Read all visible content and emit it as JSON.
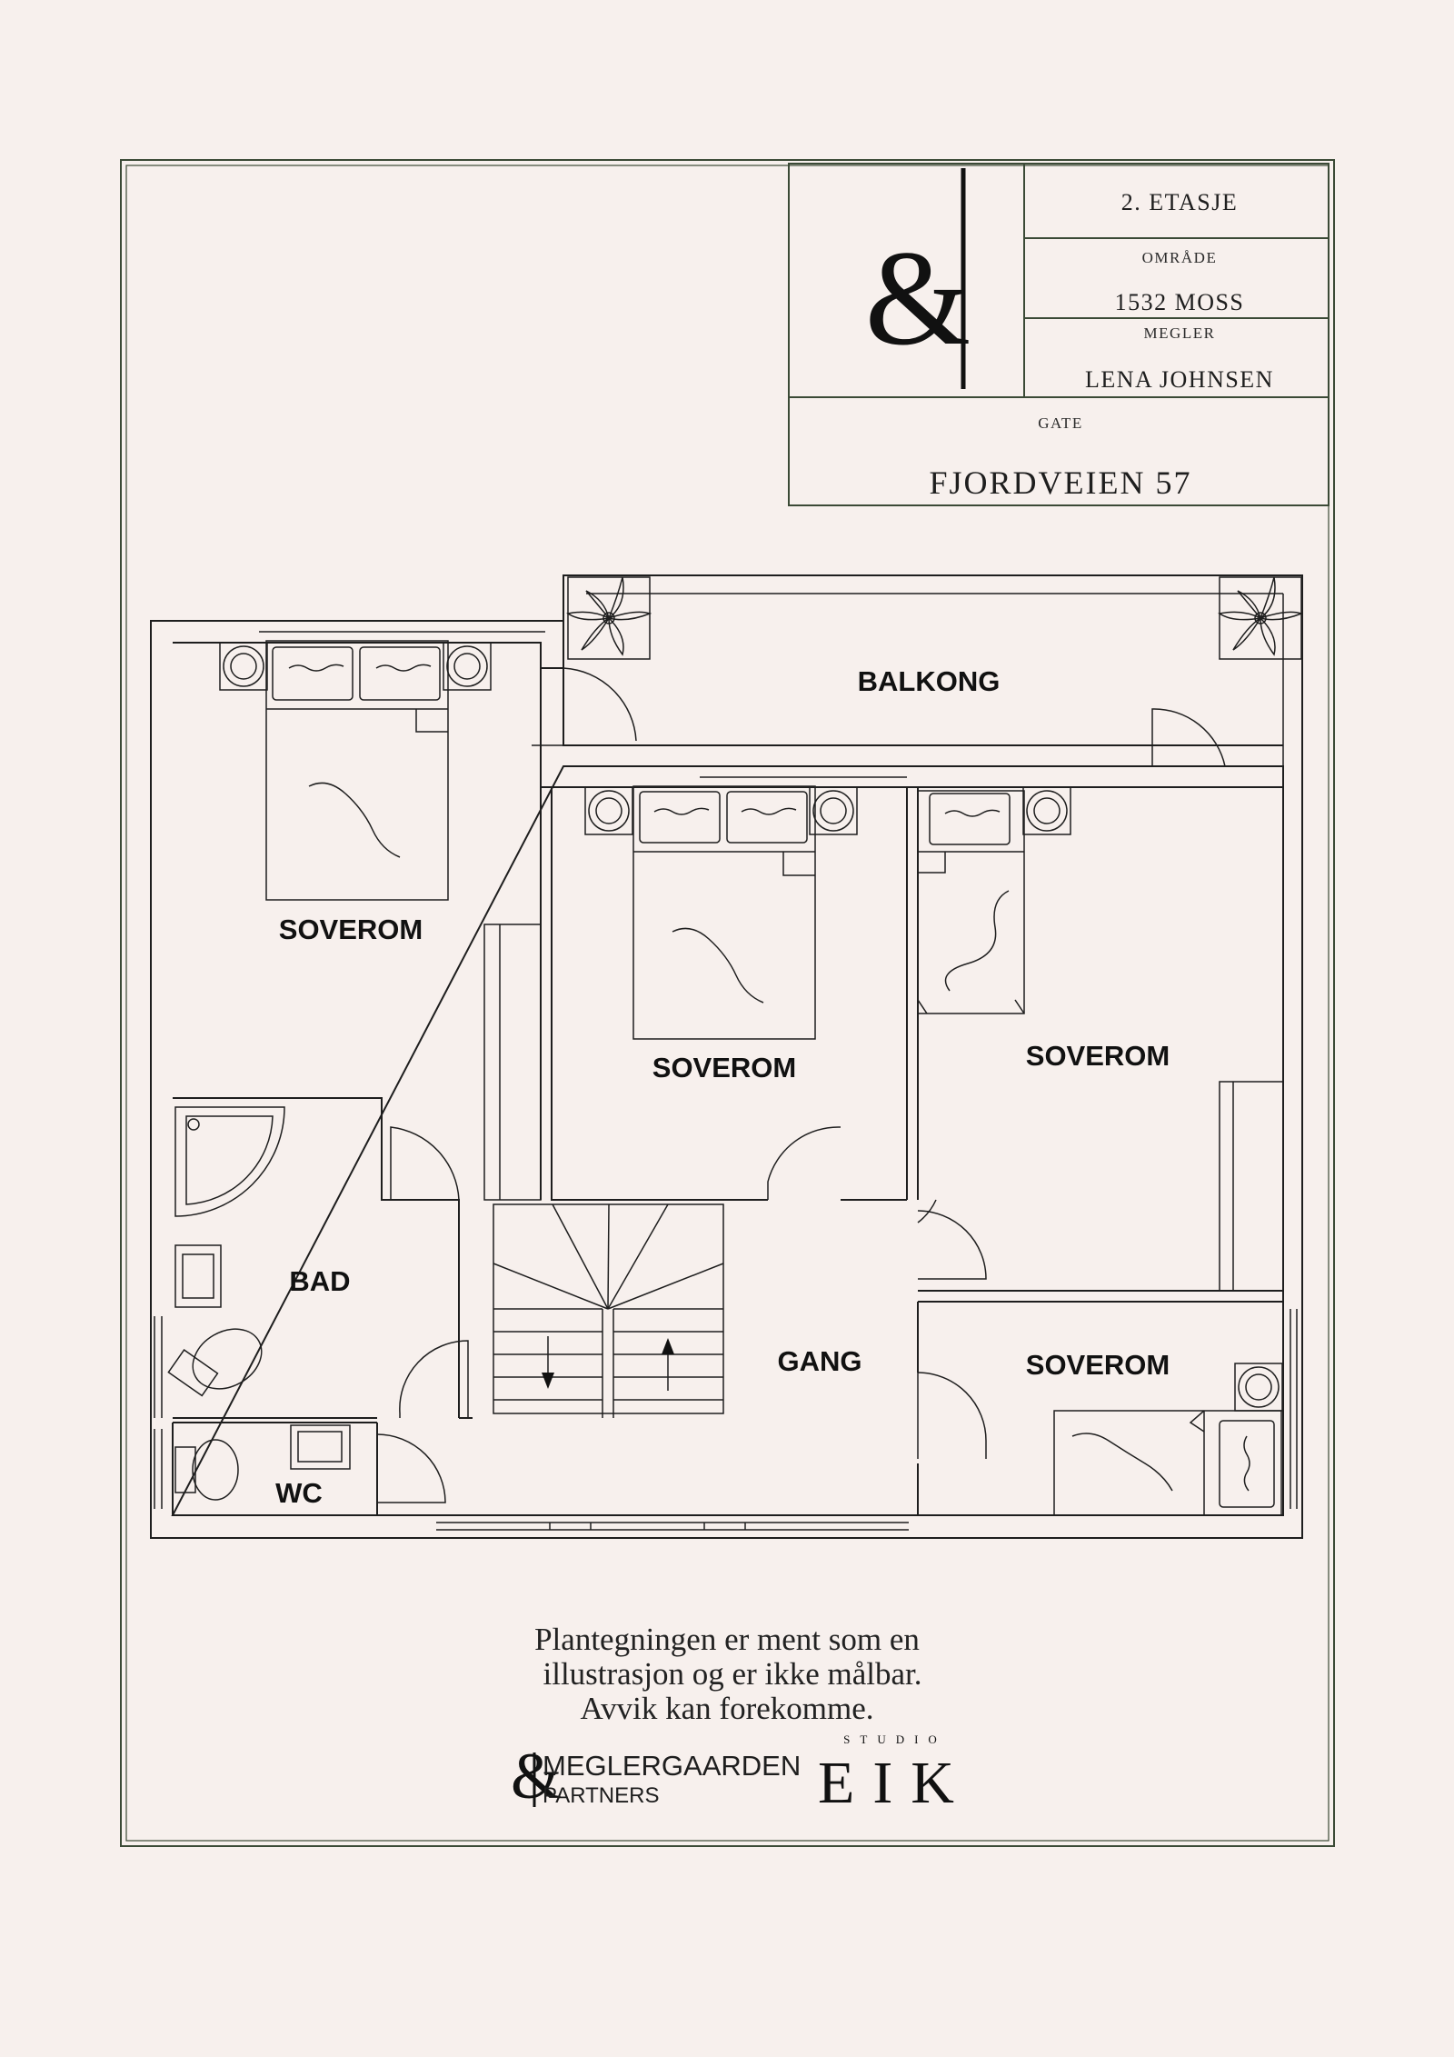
{
  "title_block": {
    "logo_glyph": "&",
    "floor": "2. ETASJE",
    "area_caption": "OMRÅDE",
    "area_value": "1532 MOSS",
    "agent_caption": "MEGLER",
    "agent_value": "LENA JOHNSEN",
    "street_caption": "GATE",
    "street_value": "FJORDVEIEN 57"
  },
  "rooms": {
    "balcony": "BALKONG",
    "bedroom_1": "SOVEROM",
    "bedroom_2": "SOVEROM",
    "bedroom_3": "SOVEROM",
    "bedroom_4": "SOVEROM",
    "bathroom": "BAD",
    "hallway": "GANG",
    "toilet": "WC"
  },
  "disclaimer": {
    "line_1": "Plantegningen er ment som en",
    "line_2": "illustrasjon og er ikke målbar.",
    "line_3": "Avvik kan forekomme."
  },
  "logos": {
    "meglergaarden_glyph": "&",
    "meglergaarden_name": "MEGLERGAARDEN",
    "meglergaarden_sub": "PARTNERS",
    "eik_prefix": "STUDIO",
    "eik_name": "EIK"
  },
  "colors": {
    "background": "#f7f0ed",
    "frame": "#3b4a36",
    "ink": "#1e1e1e"
  }
}
